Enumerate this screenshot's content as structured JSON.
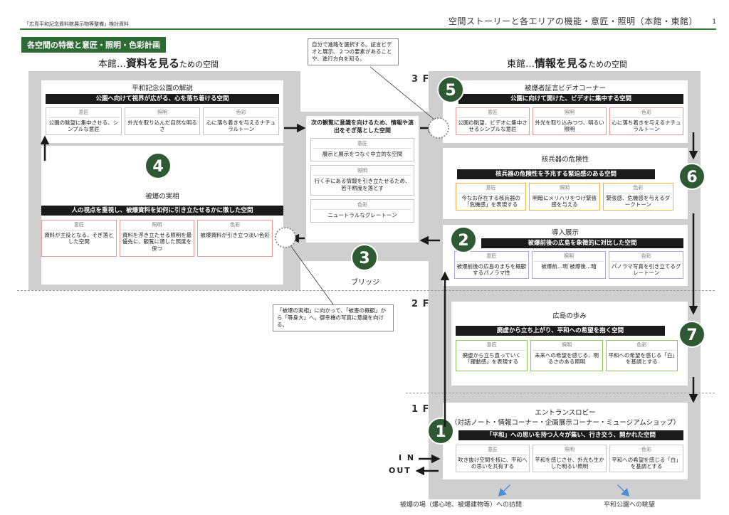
{
  "header": {
    "left": "「広島平和記念資料館展示物等整備」検討資料",
    "right": "空間ストーリーと各エリアの機能・意匠・照明（本館・東館）",
    "page": "1"
  },
  "section_tag": "各空間の特徴と意匠・照明・色彩計画",
  "main_building": {
    "prefix": "本館…",
    "strong": "資料を見る",
    "suffix": "ための空間"
  },
  "east_building": {
    "prefix": "東館…",
    "strong": "情報を見る",
    "suffix": "ための空間"
  },
  "floors": {
    "f3": "3 F",
    "f2": "2 F",
    "f1": "1 F"
  },
  "labels": {
    "design": "意匠",
    "lighting": "照明",
    "color": "色彩"
  },
  "zones": {
    "park": {
      "title": "平和記念公園の解説",
      "bar": "公園へ向けて視界が広がる、心を落ち着ける空間",
      "design": "公園の眺望に集中させる、シンプルな意匠",
      "lighting": "外光を取り込んだ自然な明るさ",
      "color": "心に落ち着きを与えるナチュラルトーン"
    },
    "z4": {
      "num": "4",
      "title": "被爆の実相",
      "bar": "人の視点を重視し、被爆資料を如何に引き立たせるかに徹した空間",
      "design": "資料が主役となる、そぎ落とした空間",
      "lighting": "資料を浮き立たせる照明を最優先に、観覧に適した照度を保つ",
      "color": "被爆資料が引き立つ淡い色彩"
    },
    "bridge": {
      "num": "3",
      "title": "ブリッジ",
      "head": "次の観覧に意識を向けるため、情報や演出をそぎ落とした空間",
      "design": "展示と展示をつなぐ中立的な空間",
      "lighting": "行く手にある情報を引き立たせるため、若干照度を落とす",
      "color": "ニュートラルなグレートーン"
    },
    "z5": {
      "num": "5",
      "title": "被爆者証言ビデオコーナー",
      "bar": "公園に向けて開けた、ビデオに集中する空間",
      "design": "公園の眺望、ビデオに集中させるシンプルな意匠",
      "lighting": "外光を取り込みつつ、明るい照明",
      "color": "心に落ち着きを与えるナチュラルトーン"
    },
    "z6": {
      "num": "6",
      "title": "核兵器の危険性",
      "bar": "核兵器の危険性を予兆する緊迫感のある空間",
      "design": "今なお存在する核兵器の「危機感」を表現する",
      "lighting": "明暗にメリハリをつけ緊張感を与える",
      "color": "緊張感、危機感を与えるダークトーン"
    },
    "z2": {
      "num": "2",
      "title": "導入展示",
      "bar": "被爆前後の広島を象徴的に対比した空間",
      "design": "被爆前後の広島のまちを概観するパノラマ性",
      "lighting": "被爆前…明 被爆後…暗",
      "color": "パノラマ写真を引き立てるグレートーン"
    },
    "z7": {
      "num": "7",
      "title": "広島の歩み",
      "bar": "廃虚から立ち上がり、平和への希望を抱く空間",
      "design": "廃虚から立ち直っていく「躍動感」を表現する",
      "lighting": "未来への希望を感じる、明るさのある照明",
      "color": "平和への希望を感じる「白」を基調とする"
    },
    "z1": {
      "num": "1",
      "title": "エントランスロビー",
      "subtitle": "（対話ノート・情報コーナー・企画展示コーナー・ミュージアムショップ）",
      "bar": "「平和」への思いを持つ人々が集い、行き交う、開かれた空間",
      "design": "吹き抜け空間を核に、平和への思いを共有する",
      "lighting": "平和を感じさせ、外光も生かした明るい照明",
      "color": "平和への希望を感じる「白」を基調とする"
    }
  },
  "notes": {
    "top": "自分で進路を選択する。証言ビデオと展示、２つの要素があることや、進行方向を知る。",
    "bottom": "「被爆の実相」に向かって、「被害の概観」から「等身大」へ。御幸橋の写真に意識を向ける。"
  },
  "io": {
    "in": "I N",
    "out": "OUT"
  },
  "bottom": {
    "visit": "被爆の場（爆心地、被爆建物等）への訪問",
    "view": "平和公園への眺望"
  },
  "colors": {
    "green": "#2d5a32",
    "accent_blue": "#4a8fd6"
  }
}
